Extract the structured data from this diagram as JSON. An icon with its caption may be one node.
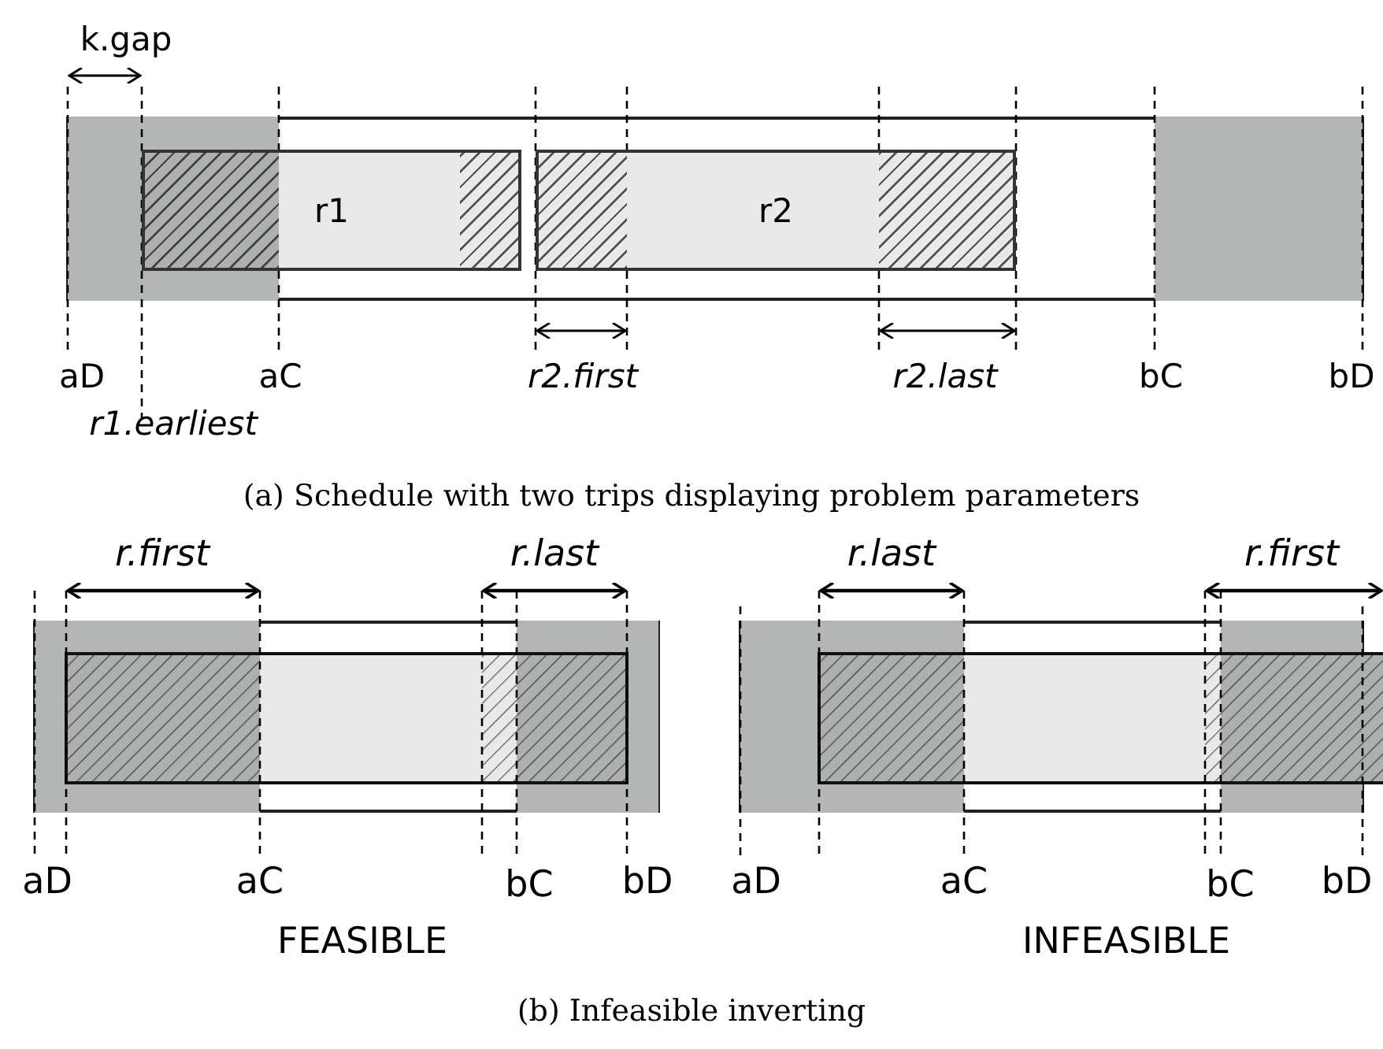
{
  "diagram": {
    "nodes": [
      {
        "text": [
          "r1"
        ]
      },
      {
        "text": [
          "r2"
        ]
      }
    ],
    "labels": [
      "k.gap",
      "aD",
      "aC",
      "r2.first",
      "r2.last",
      "bC",
      "bD",
      "r1.earliest",
      "(a) Schedule with two trips displaying problem parameters",
      "r.first",
      "r.last",
      "r.last",
      "r.first",
      "aD",
      "aC",
      "bC",
      "bD",
      "aD",
      "aC",
      "bC",
      "bD",
      "FEASIBLE",
      "INFEASIBLE",
      "(b) Infeasible inverting"
    ]
  }
}
